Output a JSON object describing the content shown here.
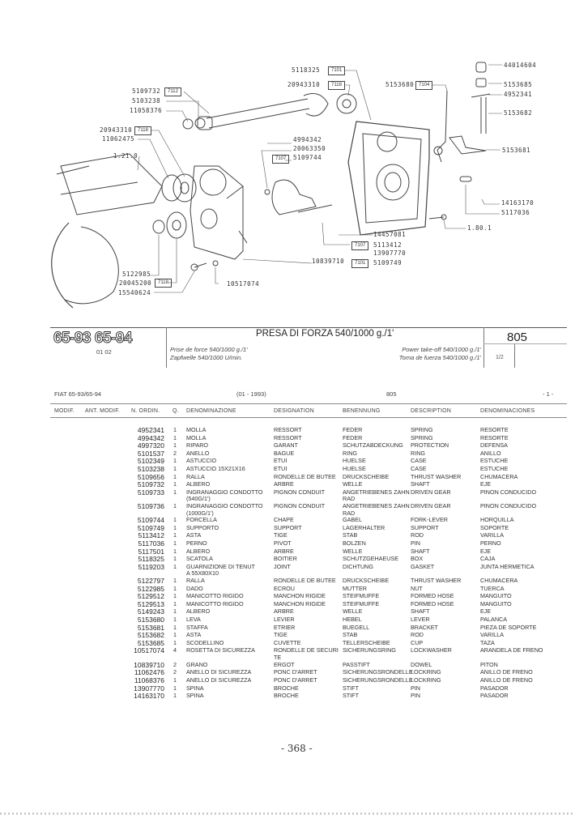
{
  "diagram": {
    "callouts": [
      "5109732",
      "5103238",
      "11058376",
      "20943310",
      "11062475",
      "1.21.0",
      "5122985",
      "20045200",
      "15540624",
      "10517074",
      "5118325",
      "20943310",
      "5153680",
      "44014604",
      "5153685",
      "4952341",
      "5153682",
      "4994342",
      "20063350",
      "5109744",
      "5153681",
      "14163170",
      "5117036",
      "1.80.1",
      "14457081",
      "5113412",
      "13907770",
      "10839710",
      "5109749"
    ],
    "boxes": [
      "7112",
      "7118",
      "7118",
      "7101",
      "7118",
      "7104",
      "7107",
      "7107",
      "7101"
    ]
  },
  "header": {
    "models": "65-93  65-94",
    "model_code": "01 02",
    "title_it": "PRESA DI FORZA 540/1000 g./1'",
    "title_fr": "Prise de force 540/1000 g./1'",
    "title_de": "Zapfwelle 540/1000 U/min.",
    "title_en": "Power take-off 540/1000 g./1'",
    "title_es": "Toma de fuerza 540/1000 g./1'",
    "group": "805",
    "sheet": "1/2"
  },
  "meta": {
    "model": "FIAT 65-93/65-94",
    "date": "(01 - 1993)",
    "group": "805",
    "page": "- 1 -"
  },
  "columns": [
    "MODIF.",
    "ANT. MODIF.",
    "N. ORDIN.",
    "Q.",
    "DENOMINAZIONE",
    "DESIGNATION",
    "BENENNUNG",
    "DESCRIPTION",
    "DENOMINACIONES"
  ],
  "parts": [
    [
      "4952341",
      "1",
      "MOLLA",
      "RESSORT",
      "FEDER",
      "SPRING",
      "RESORTE"
    ],
    [
      "4994342",
      "1",
      "MOLLA",
      "RESSORT",
      "FEDER",
      "SPRING",
      "RESORTE"
    ],
    [
      "4997320",
      "1",
      "RIPARO",
      "GARANT",
      "SCHUTZABDECKUNG",
      "PROTECTION",
      "DEFENSA"
    ],
    [
      "5101537",
      "2",
      "ANELLO",
      "BAGUE",
      "RING",
      "RING",
      "ANILLO"
    ],
    [
      "5102349",
      "1",
      "ASTUCCIO",
      "ETUI",
      "HUELSE",
      "CASE",
      "ESTUCHE"
    ],
    [
      "5103238",
      "1",
      "ASTUCCIO 15X21X16",
      "ETUI",
      "HUELSE",
      "CASE",
      "ESTUCHE"
    ],
    [
      "5109656",
      "1",
      "RALLA",
      "RONDELLE DE BUTEE",
      "DRUCKSCHEIBE",
      "THRUST WASHER",
      "CHUMACERA"
    ],
    [
      "5109732",
      "1",
      "ALBERO",
      "ARBRE",
      "WELLE",
      "SHAFT",
      "EJE"
    ],
    [
      "5109733",
      "1",
      "INGRANAGGIO CONDOTTO\n(540G/1')",
      "PIGNON CONDUIT",
      "ANGETRIEBENES ZAHN\nRAD",
      "DRIVEN GEAR",
      "PINON CONDUCIDO"
    ],
    [
      "5109736",
      "1",
      "INGRANAGGIO CONDOTTO\n(1000G/1')",
      "PIGNON CONDUIT",
      "ANGETRIEBENES ZAHN\nRAD",
      "DRIVEN GEAR",
      "PINON CONDUCIDO"
    ],
    [
      "5109744",
      "1",
      "FORCELLA",
      "CHAPE",
      "GABEL",
      "FORK-LEVER",
      "HORQUILLA"
    ],
    [
      "5109749",
      "1",
      "SUPPORTO",
      "SUPPORT",
      "LAGERHALTER",
      "SUPPORT",
      "SOPORTE"
    ],
    [
      "5113412",
      "1",
      "ASTA",
      "TIGE",
      "STAB",
      "ROD",
      "VARILLA"
    ],
    [
      "5117036",
      "1",
      "PERNO",
      "PIVOT",
      "BOLZEN",
      "PIN",
      "PERNO"
    ],
    [
      "5117501",
      "1",
      "ALBERO",
      "ARBRE",
      "WELLE",
      "SHAFT",
      "EJE"
    ],
    [
      "5118325",
      "1",
      "SCATOLA",
      "BOITIER",
      "SCHUTZGEHAEUSE",
      "BOX",
      "CAJA"
    ],
    [
      "5119203",
      "1",
      "GUARNIZIONE DI TENUT\nA 55X80X10",
      "JOINT",
      "DICHTUNG",
      "GASKET",
      "JUNTA HERMETICA"
    ],
    [
      "5122797",
      "1",
      "RALLA",
      "RONDELLE DE BUTEE",
      "DRUCKSCHEIBE",
      "THRUST WASHER",
      "CHUMACERA"
    ],
    [
      "5122985",
      "1",
      "DADO",
      "ECROU",
      "MUTTER",
      "NUT",
      "TUERCA"
    ],
    [
      "5129512",
      "1",
      "MANICOTTO RIGIDO",
      "MANCHON RIGIDE",
      "STEIFMUFFE",
      "FORMED HOSE",
      "MANGUITO"
    ],
    [
      "5129513",
      "1",
      "MANICOTTO RIGIDO",
      "MANCHON RIGIDE",
      "STEIFMUFFE",
      "FORMED HOSE",
      "MANGUITO"
    ],
    [
      "5149243",
      "1",
      "ALBERO",
      "ARBRE",
      "WELLE",
      "SHAFT",
      "EJE"
    ],
    [
      "5153680",
      "1",
      "LEVA",
      "LEVIER",
      "HEBEL",
      "LEVER",
      "PALANCA"
    ],
    [
      "5153681",
      "1",
      "STAFFA",
      "ETRIER",
      "BUEGELL",
      "BRACKET",
      "PIEZA DE SOPORTE"
    ],
    [
      "5153682",
      "1",
      "ASTA",
      "TIGE",
      "STAB",
      "ROD",
      "VARILLA"
    ],
    [
      "5153685",
      "1",
      "SCODELLINO",
      "CUVETTE",
      "TELLERSCHEIBE",
      "CUP",
      "TAZA"
    ],
    [
      "10517074",
      "4",
      "ROSETTA DI SICUREZZA",
      "RONDELLE DE SECURI\nTE",
      "SICHERUNGSRING",
      "LOCKWASHER",
      "ARANDELA DE FRENO"
    ],
    [
      "10839710",
      "2",
      "GRANO",
      "ERGOT",
      "PASSTIFT",
      "DOWEL",
      "PITON"
    ],
    [
      "11062476",
      "2",
      "ANELLO DI SICUREZZA",
      "PONC D'ARRET",
      "SICHERUNGSRONDELLE",
      "LOCKRING",
      "ANILLO DE FRENO"
    ],
    [
      "11068376",
      "1",
      "ANELLO DI SICUREZZA",
      "PONC D'ARRET",
      "SICHERUNGSRONDELLE",
      "LOCKRING",
      "ANILLO DE FRENO"
    ],
    [
      "13907770",
      "1",
      "SPINA",
      "BROCHE",
      "STIFT",
      "PIN",
      "PASADOR"
    ],
    [
      "14163170",
      "1",
      "SPINA",
      "BROCHE",
      "STIFT",
      "PIN",
      "PASADOR"
    ]
  ],
  "footer": {
    "page_number": "- 368 -"
  }
}
